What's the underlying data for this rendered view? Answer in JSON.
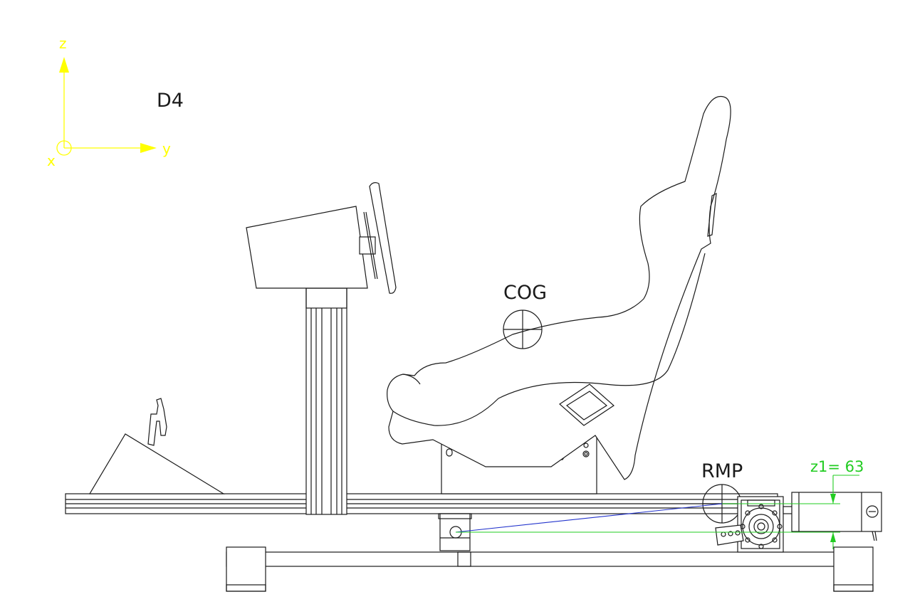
{
  "axes": {
    "z_label": "z",
    "y_label": "y",
    "x_label": "x",
    "color": "#ffff00"
  },
  "view_label": "D4",
  "cog_label": "COG",
  "rmp_label": "RMP",
  "dimension_label": "z1= 63",
  "colors": {
    "lines": "#1a1a1a",
    "axes": "#ffff00",
    "dimension": "#22cc22",
    "link": "#2233cc"
  }
}
